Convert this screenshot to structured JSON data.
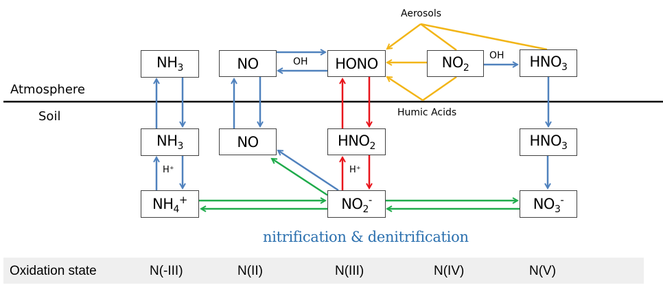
{
  "regions": {
    "atmosphere": "Atmosphere",
    "soil": "Soil"
  },
  "species": {
    "atm_nh3": {
      "base": "NH",
      "sub": "3",
      "sup": ""
    },
    "atm_no": {
      "base": "NO",
      "sub": "",
      "sup": ""
    },
    "atm_hono": {
      "base": "HONO",
      "sub": "",
      "sup": ""
    },
    "atm_no2": {
      "base": "NO",
      "sub": "2",
      "sup": ""
    },
    "atm_hno3": {
      "base": "HNO",
      "sub": "3",
      "sup": ""
    },
    "soil_nh3": {
      "base": "NH",
      "sub": "3",
      "sup": ""
    },
    "soil_no": {
      "base": "NO",
      "sub": "",
      "sup": ""
    },
    "soil_hno2": {
      "base": "HNO",
      "sub": "2",
      "sup": ""
    },
    "soil_hno3": {
      "base": "HNO",
      "sub": "3",
      "sup": ""
    },
    "soil_nh4": {
      "base": "NH",
      "sub": "4",
      "sup": "+"
    },
    "soil_no2m": {
      "base": "NO",
      "sub": "2",
      "sup": "-"
    },
    "soil_no3m": {
      "base": "NO",
      "sub": "3",
      "sup": "-"
    }
  },
  "labels": {
    "oh_no_hono": "OH",
    "oh_no2_hno3": "OH",
    "aerosols": "Aerosols",
    "humic_acids": "Humic Acids",
    "h_plus_nh": "H⁺",
    "h_plus_hno2": "H⁺"
  },
  "caption": "nitrification & denitrification",
  "oxidation": {
    "title": "Oxidation state",
    "states": [
      "N(-III)",
      "N(II)",
      "N(III)",
      "N(IV)",
      "N(V)"
    ]
  },
  "colors": {
    "blue": "#4f81bd",
    "red": "#e8141b",
    "green": "#1fab4b",
    "yellow": "#f2b517",
    "caption": "#2a6fae",
    "divider": "#000000"
  }
}
